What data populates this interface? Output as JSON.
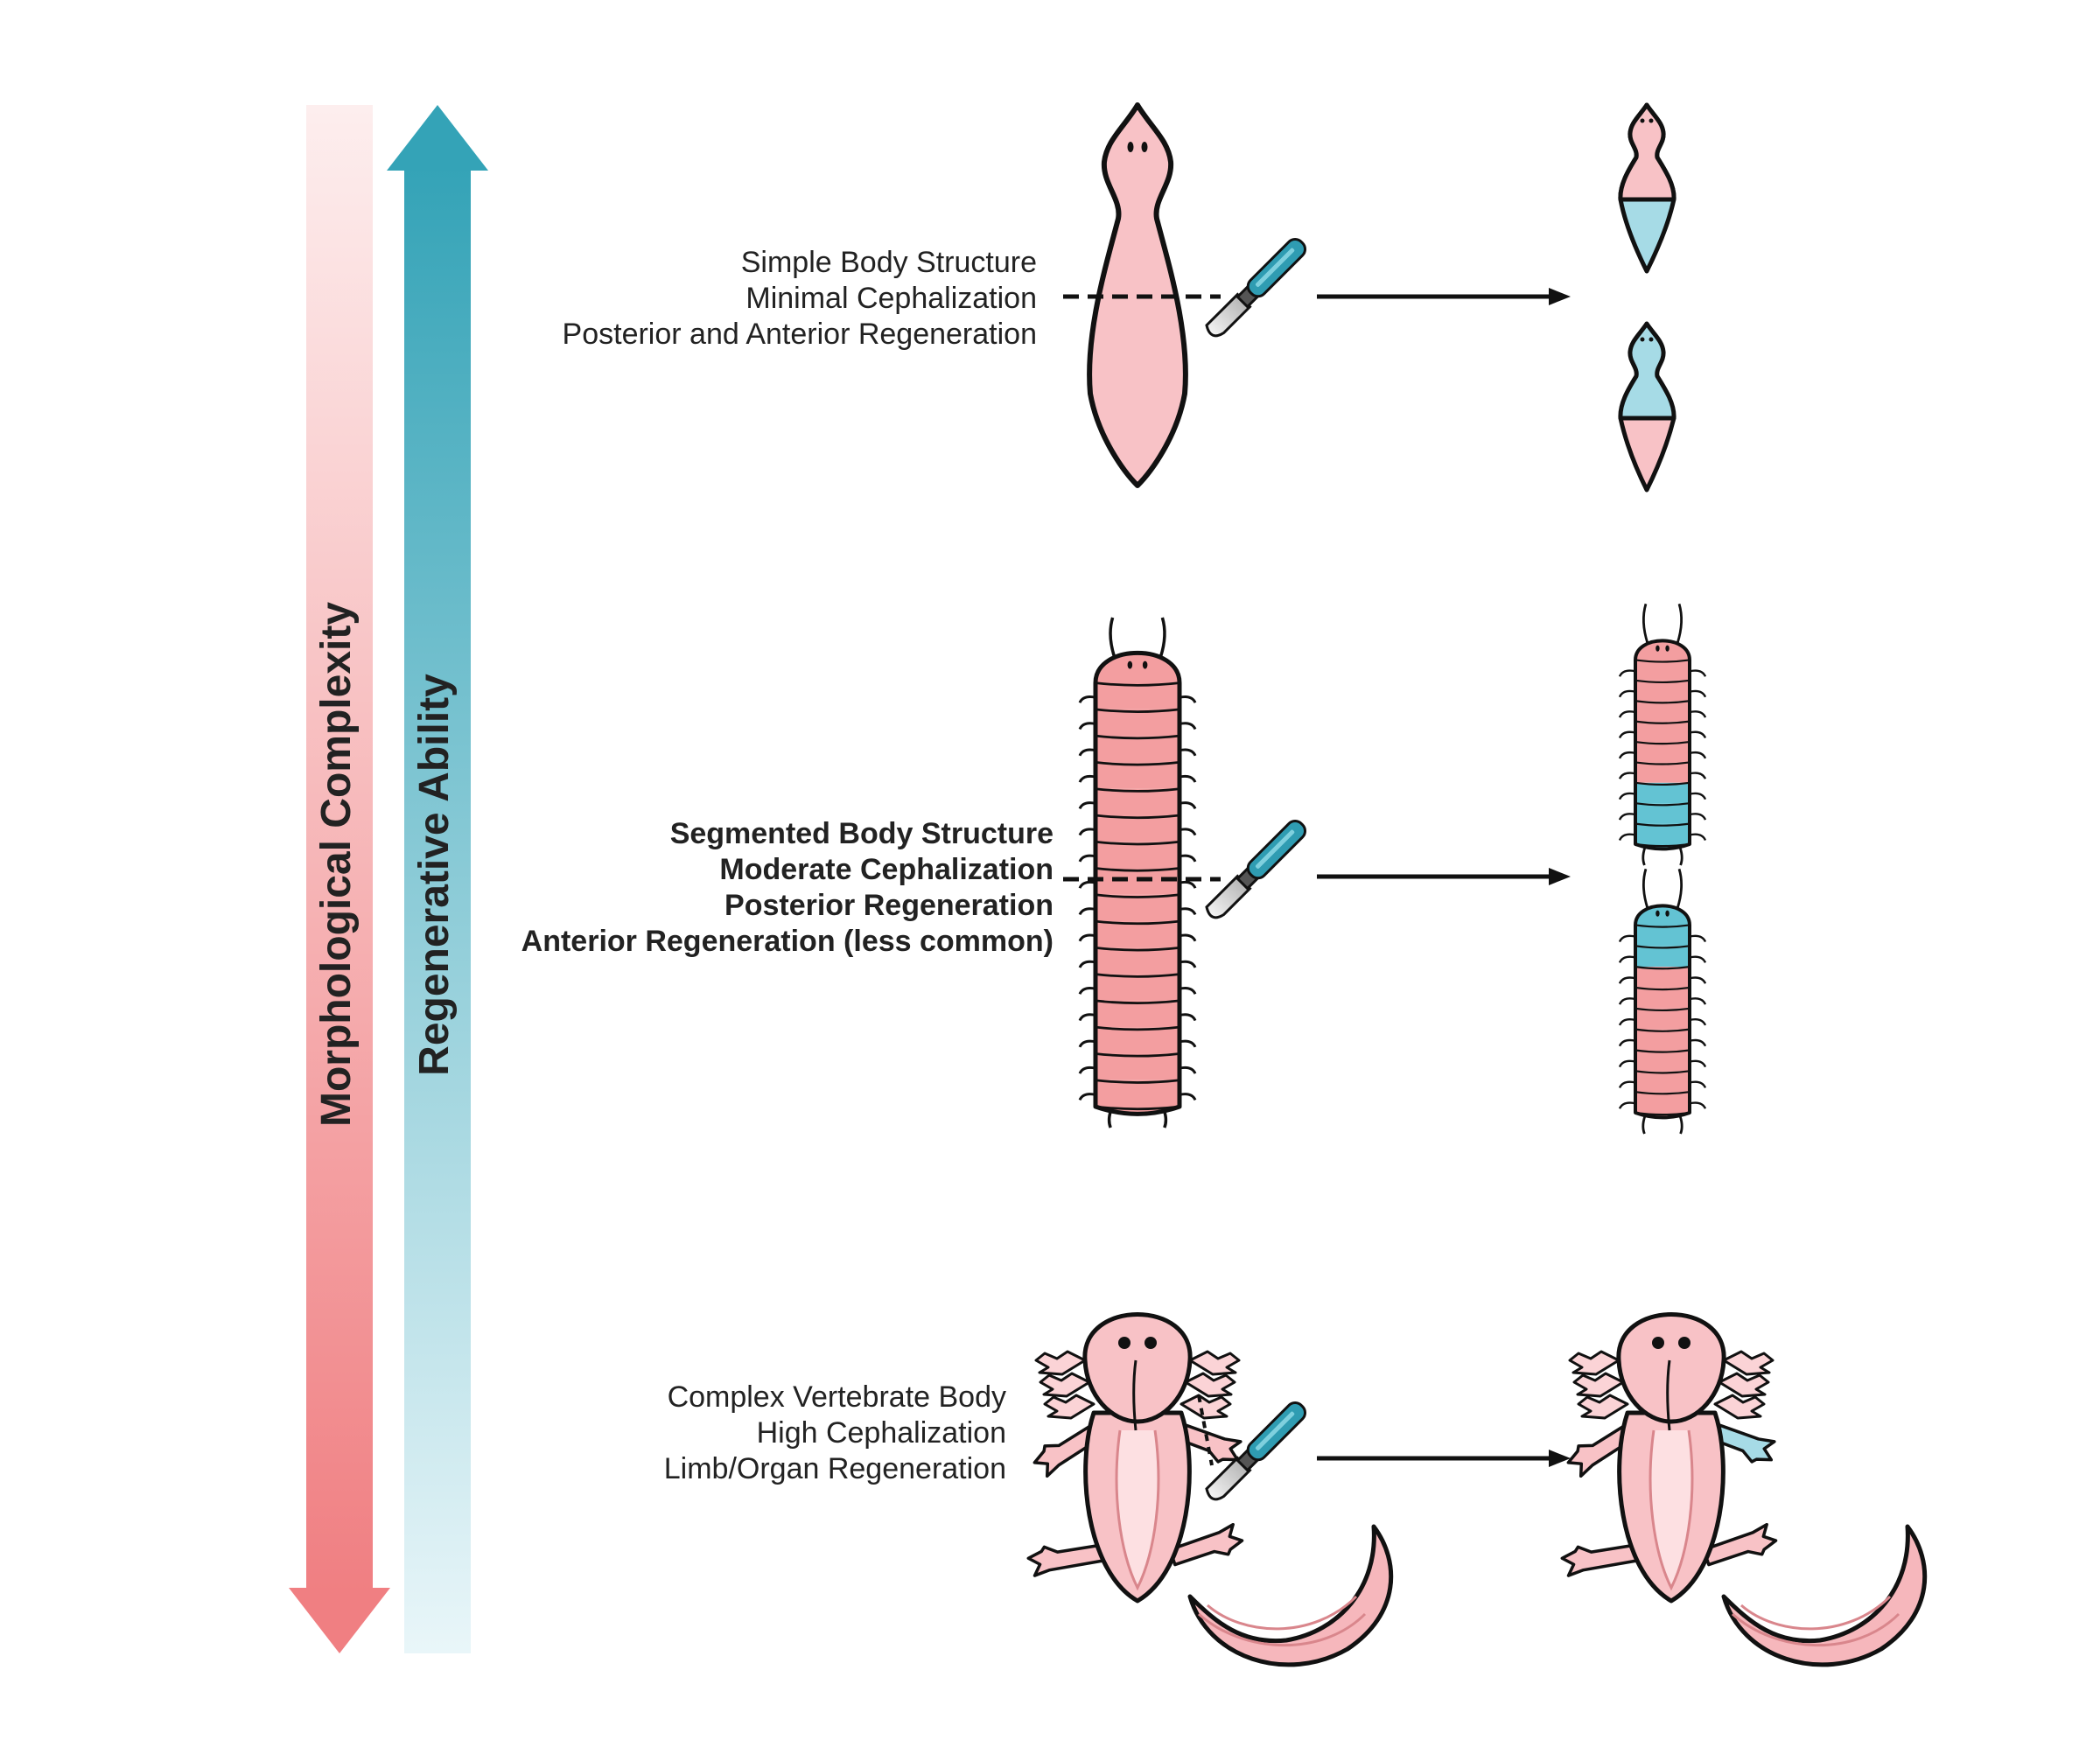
{
  "axes": {
    "complexity_label": "Morphological Complexity",
    "complexity_direction": "down",
    "complexity_color": "#f07f82",
    "regeneration_label": "Regenerative Ability",
    "regeneration_direction": "up",
    "regeneration_color": "#34a3b7"
  },
  "rows": [
    {
      "organism": "flatworm",
      "lines": [
        "Simple Body Structure",
        "Minimal Cephalization",
        "Posterior and Anterior Regeneration"
      ],
      "bold": false
    },
    {
      "organism": "segmented-worm",
      "lines": [
        "Segmented Body Structure",
        "Moderate Cephalization",
        "Posterior Regeneration",
        "Anterior Regeneration (less common)"
      ],
      "bold": true
    },
    {
      "organism": "axolotl",
      "lines": [
        "Complex Vertebrate Body",
        "High Cephalization",
        "Limb/Organ Regeneration"
      ],
      "bold": false
    }
  ],
  "colors": {
    "original_tissue": "#f8c2c6",
    "segment_tissue": "#f39ea0",
    "regenerated_tissue": "#a6dbe6",
    "regenerated_segment": "#63c3d3",
    "scalpel": "#2f9cb2",
    "outline": "#111111"
  },
  "icons": {
    "cut_tool": "scalpel-icon",
    "result_arrow": "arrow-right-icon",
    "cut_line": "dashed-cut-line"
  }
}
